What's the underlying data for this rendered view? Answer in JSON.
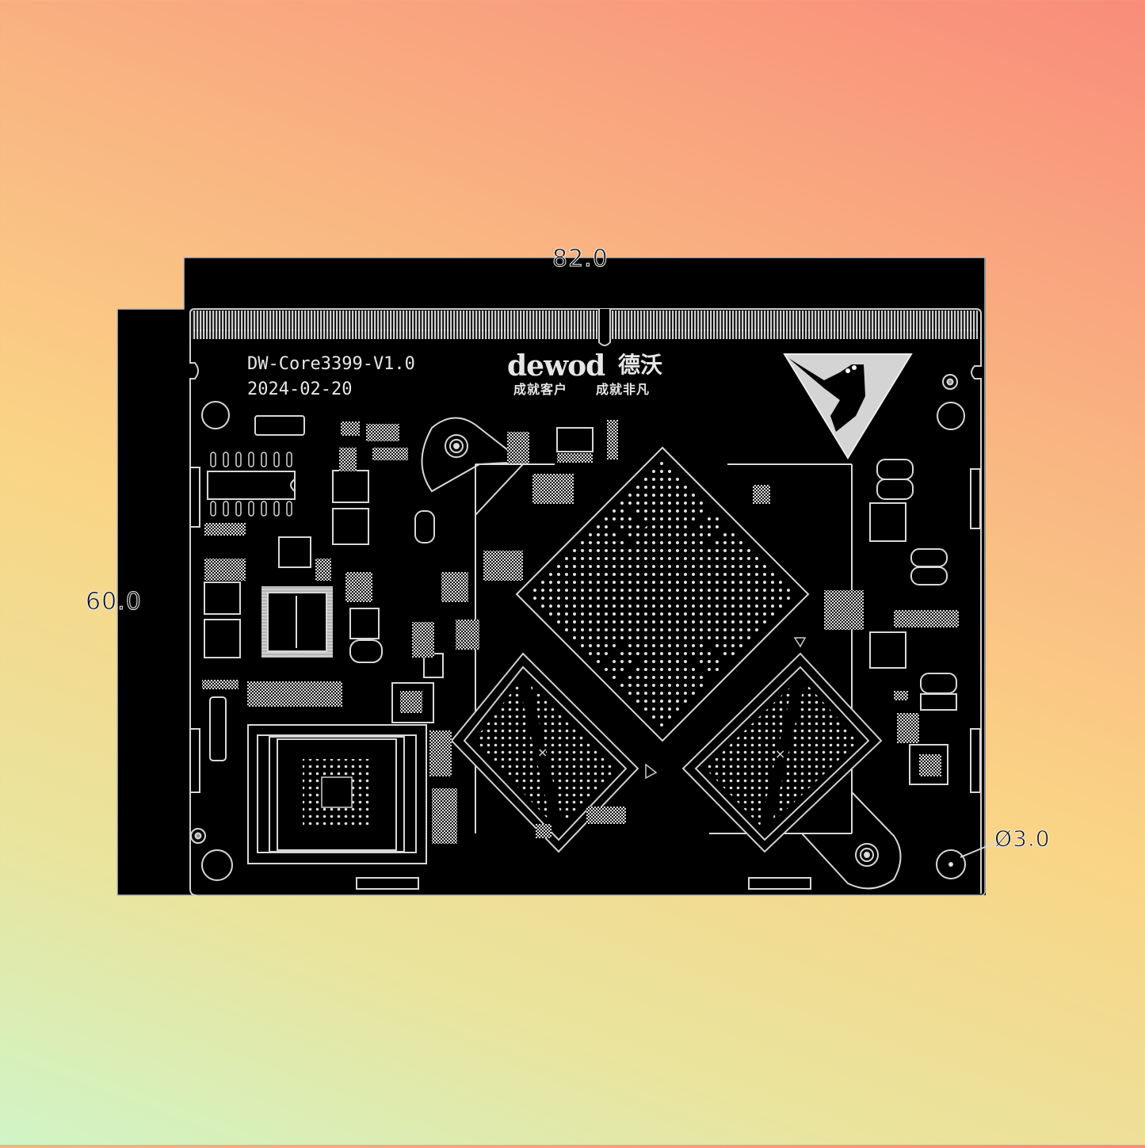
{
  "diagram": {
    "type": "pcb-silkscreen-outline",
    "board": {
      "model_label": "DW-Core3399-V1.0",
      "date_label": "2024-02-20",
      "brand_name": "dewod",
      "brand_name_cn": "德沃",
      "slogan_left": "成就客户",
      "slogan_right": "成就非凡"
    },
    "dimensions": {
      "width": "82.0",
      "height": "60.0",
      "hole_diameter": "Ø3.0"
    },
    "colors": {
      "board": "#000000",
      "silkscreen": "#e6e6e6",
      "outline": "#cfcfcf",
      "background_top_right": "#f98c7a",
      "background_mid": "#fad486",
      "background_bottom_left": "#d0f5c6"
    },
    "components": [
      {
        "name": "edge-connector-gold-fingers",
        "label": ""
      },
      {
        "name": "main-soc-bga",
        "label": ""
      },
      {
        "name": "ddr-memory-bga-left",
        "label": ""
      },
      {
        "name": "ddr-memory-bga-right",
        "label": ""
      },
      {
        "name": "emmc-bga",
        "label": ""
      },
      {
        "name": "qfp-ic",
        "label": ""
      },
      {
        "name": "soic-ic",
        "label": ""
      },
      {
        "name": "power-inductors",
        "label": ""
      },
      {
        "name": "mounting-holes",
        "label": ""
      },
      {
        "name": "logo-triangle",
        "label": ""
      }
    ]
  }
}
